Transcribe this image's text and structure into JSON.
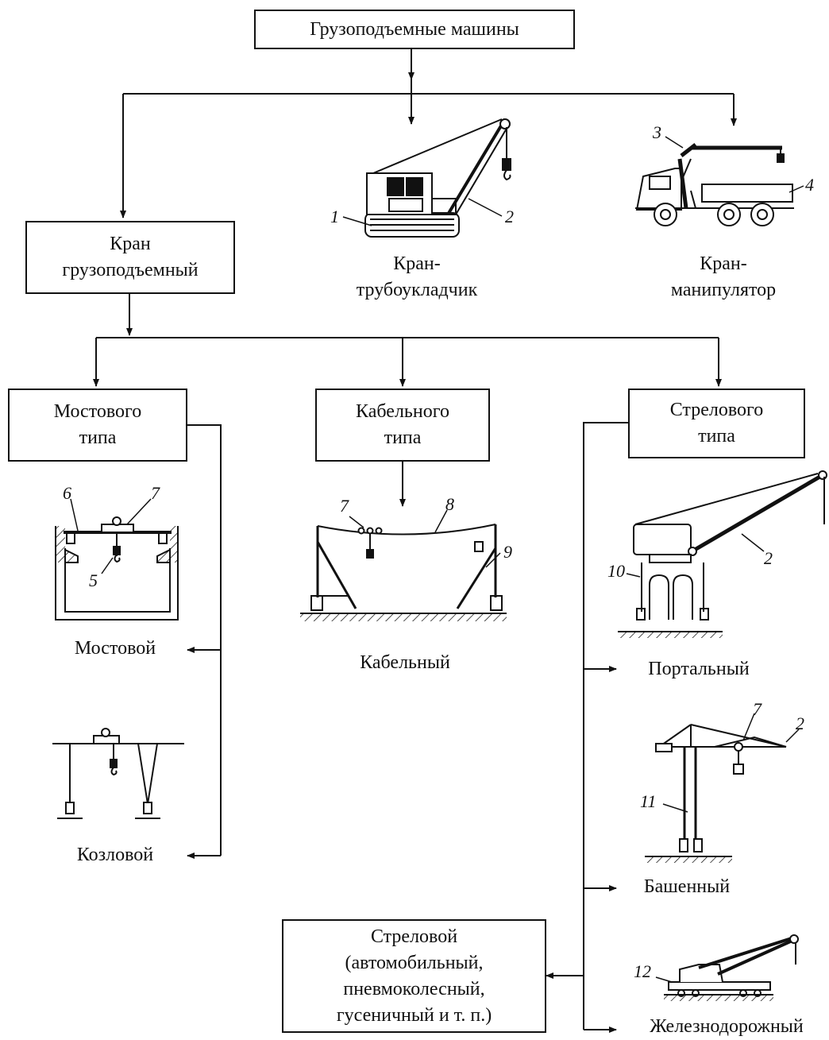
{
  "root": {
    "label": "Грузоподъемные машины"
  },
  "crane_lifting": {
    "line1": "Кран",
    "line2": "грузоподъемный"
  },
  "pipelayer": {
    "line1": "Кран-",
    "line2": "трубоукладчик"
  },
  "manipulator": {
    "line1": "Кран-",
    "line2": "манипулятор"
  },
  "bridge_type": {
    "line1": "Мостового",
    "line2": "типа"
  },
  "cable_type": {
    "line1": "Кабельного",
    "line2": "типа"
  },
  "boom_type": {
    "line1": "Стрелового",
    "line2": "типа"
  },
  "leaves": {
    "bridge": "Мостовой",
    "gantry": "Козловой",
    "cable": "Кабельный",
    "portal": "Портальный",
    "tower": "Башенный",
    "railway": "Железнодорожный"
  },
  "mobile_box": {
    "line1": "Стреловой",
    "line2": "(автомобильный,",
    "line3": "пневмоколесный,",
    "line4": "гусеничный и т. п.)"
  },
  "numbers": [
    "1",
    "2",
    "3",
    "4",
    "5",
    "6",
    "7",
    "8",
    "9",
    "10",
    "11",
    "12"
  ],
  "colors": {
    "ink": "#111111",
    "background": "#ffffff"
  }
}
